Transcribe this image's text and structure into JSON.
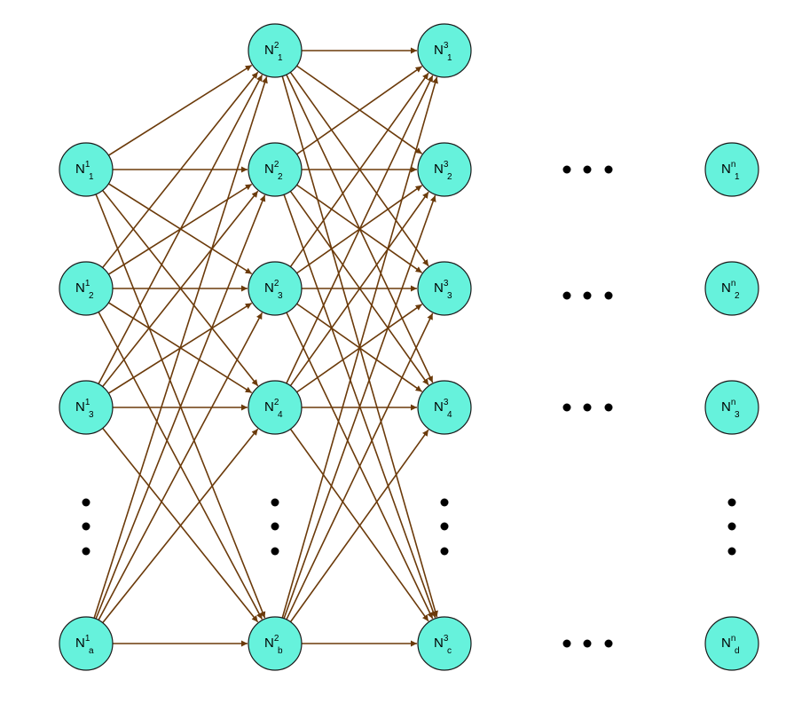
{
  "diagram": {
    "layers": [
      {
        "nodes": [
          {
            "base": "N",
            "sup": "1",
            "sub": "1"
          },
          {
            "base": "N",
            "sup": "1",
            "sub": "2"
          },
          {
            "base": "N",
            "sup": "1",
            "sub": "3"
          },
          {
            "base": "N",
            "sup": "1",
            "sub": "a"
          }
        ]
      },
      {
        "nodes": [
          {
            "base": "N",
            "sup": "2",
            "sub": "1"
          },
          {
            "base": "N",
            "sup": "2",
            "sub": "2"
          },
          {
            "base": "N",
            "sup": "2",
            "sub": "3"
          },
          {
            "base": "N",
            "sup": "2",
            "sub": "4"
          },
          {
            "base": "N",
            "sup": "2",
            "sub": "b"
          }
        ]
      },
      {
        "nodes": [
          {
            "base": "N",
            "sup": "3",
            "sub": "1"
          },
          {
            "base": "N",
            "sup": "3",
            "sub": "2"
          },
          {
            "base": "N",
            "sup": "3",
            "sub": "3"
          },
          {
            "base": "N",
            "sup": "3",
            "sub": "4"
          },
          {
            "base": "N",
            "sup": "3",
            "sub": "c"
          }
        ]
      },
      {
        "nodes": [
          {
            "base": "N",
            "sup": "n",
            "sub": "1"
          },
          {
            "base": "N",
            "sup": "n",
            "sub": "2"
          },
          {
            "base": "N",
            "sup": "n",
            "sub": "3"
          },
          {
            "base": "N",
            "sup": "n",
            "sub": "d"
          }
        ]
      }
    ],
    "connections": "fully-connected between adjacent layers (layer 1 to 2, layer 2 to 3), arrows point right",
    "colors": {
      "node_fill": "#66f2dc",
      "node_stroke": "#1a1a1a",
      "edge": "#6b3a0a",
      "ellipsis": "#000000"
    }
  }
}
